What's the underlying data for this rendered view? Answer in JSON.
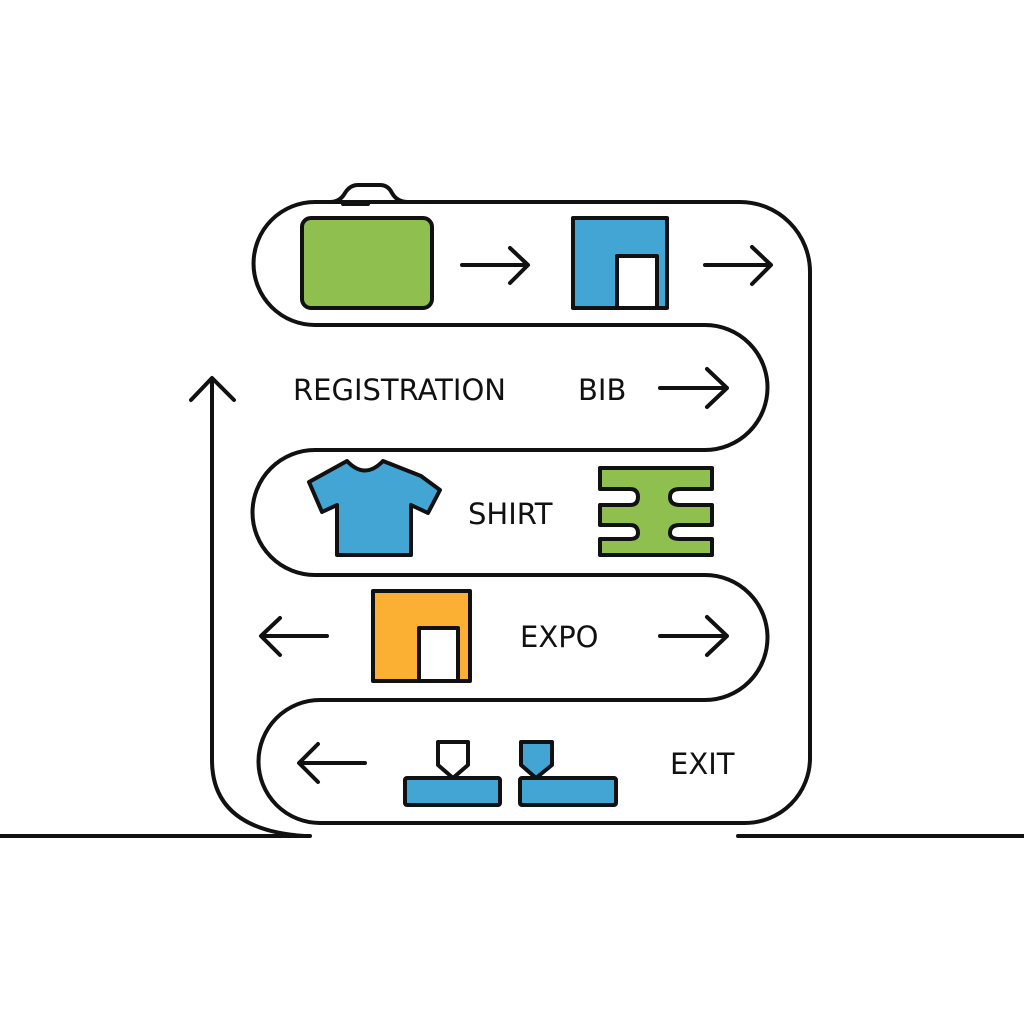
{
  "labels": {
    "registration": "REGISTRATION",
    "bib": "BIB",
    "shirt": "SHIRT",
    "expo": "EXPO",
    "exit": "EXIT"
  },
  "icons": [
    "registration-card-icon",
    "bib-booth-icon",
    "shirt-icon",
    "puzzle-piece-icon",
    "expo-booth-icon",
    "exit-stamp-icon",
    "exit-stamp-filled-icon"
  ],
  "colors": {
    "green": "#8fbf4f",
    "blue": "#43a5d3",
    "orange": "#fbb034",
    "stroke": "#111111"
  }
}
